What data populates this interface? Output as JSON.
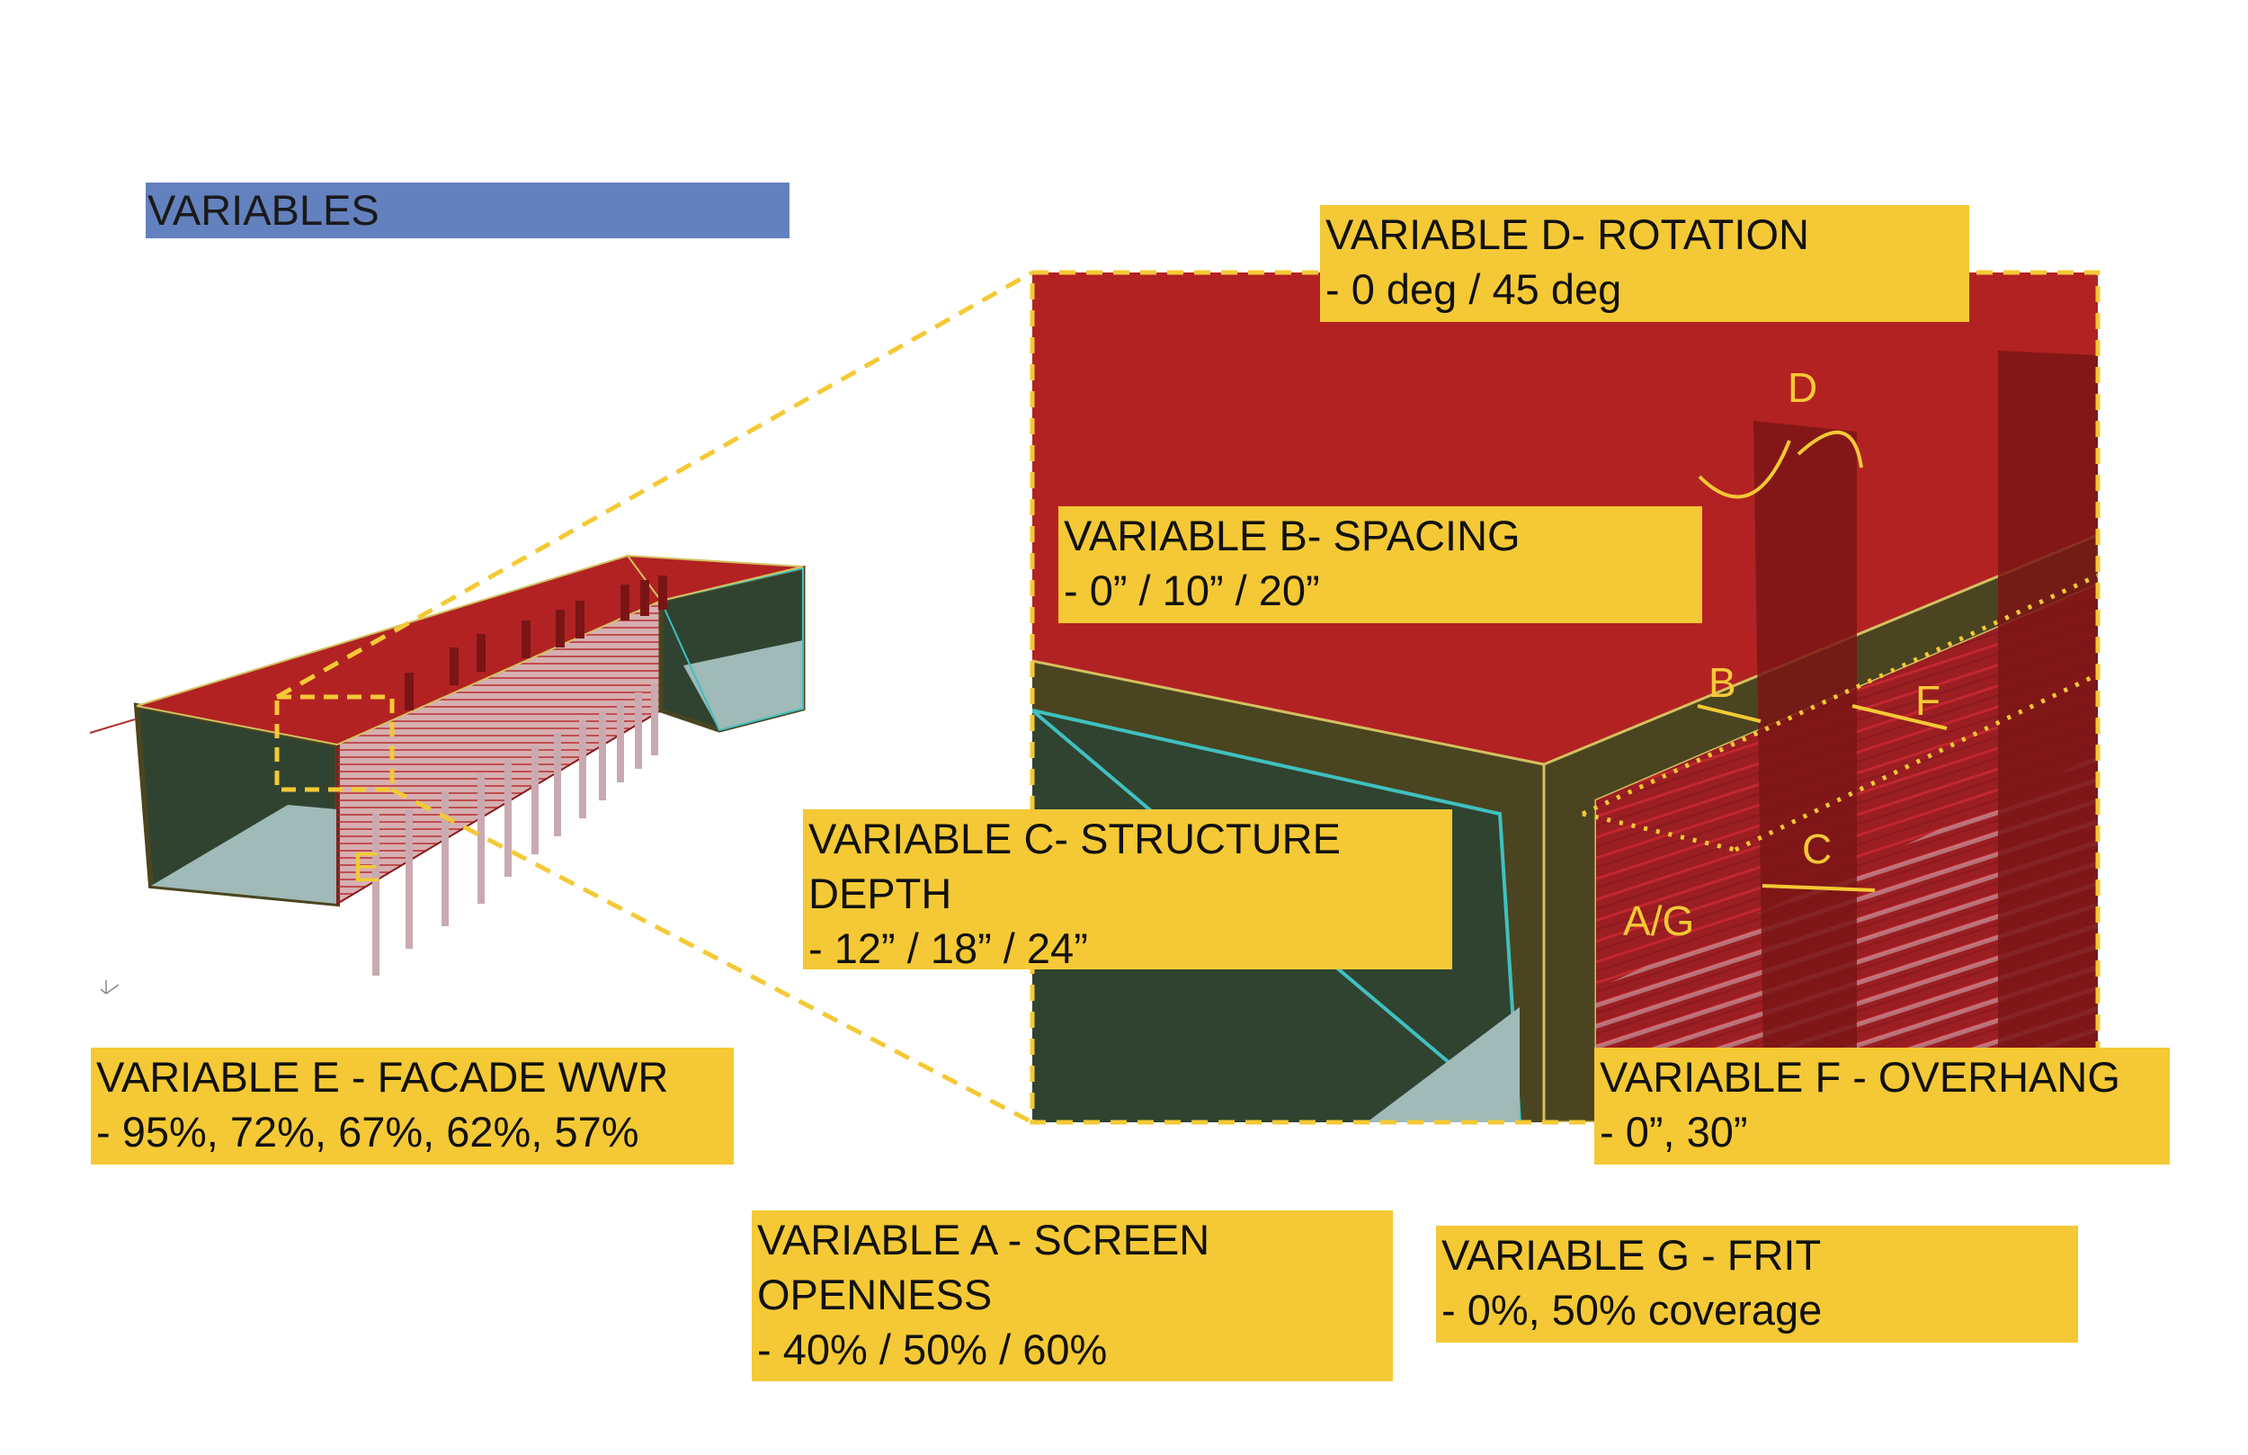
{
  "title": "VARIABLES",
  "colors": {
    "label_bg": "#f5c935",
    "title_bg": "#6381be",
    "roof_red": "#b22222",
    "interior_green": "#2f4330",
    "structure_olive": "#4a4520",
    "floor_light": "#9fbab7",
    "dashed_line": "#f5c935"
  },
  "variables": {
    "a": {
      "line1": "VARIABLE A - SCREEN",
      "line2": "OPENNESS",
      "line3": "-  40% / 50% / 60%"
    },
    "b": {
      "line1": "VARIABLE B- SPACING",
      "line2": "-  0” / 10” / 20”"
    },
    "c": {
      "line1": "VARIABLE C- STRUCTURE",
      "line2": "DEPTH",
      "line3": "- 12” / 18” / 24”"
    },
    "d": {
      "line1": "VARIABLE D- ROTATION",
      "line2": "- 0 deg / 45 deg"
    },
    "e": {
      "line1": "VARIABLE E - FACADE WWR",
      "line2": "-  95%, 72%, 67%, 62%, 57%"
    },
    "f": {
      "line1": "VARIABLE F - OVERHANG",
      "line2": "-  0”, 30”"
    },
    "g": {
      "line1": "VARIABLE G - FRIT",
      "line2": "-  0%, 50% coverage"
    }
  },
  "diagram_letters": {
    "d": "D",
    "b": "B",
    "f": "F",
    "c": "C",
    "ag": "A/G",
    "e": "E"
  }
}
